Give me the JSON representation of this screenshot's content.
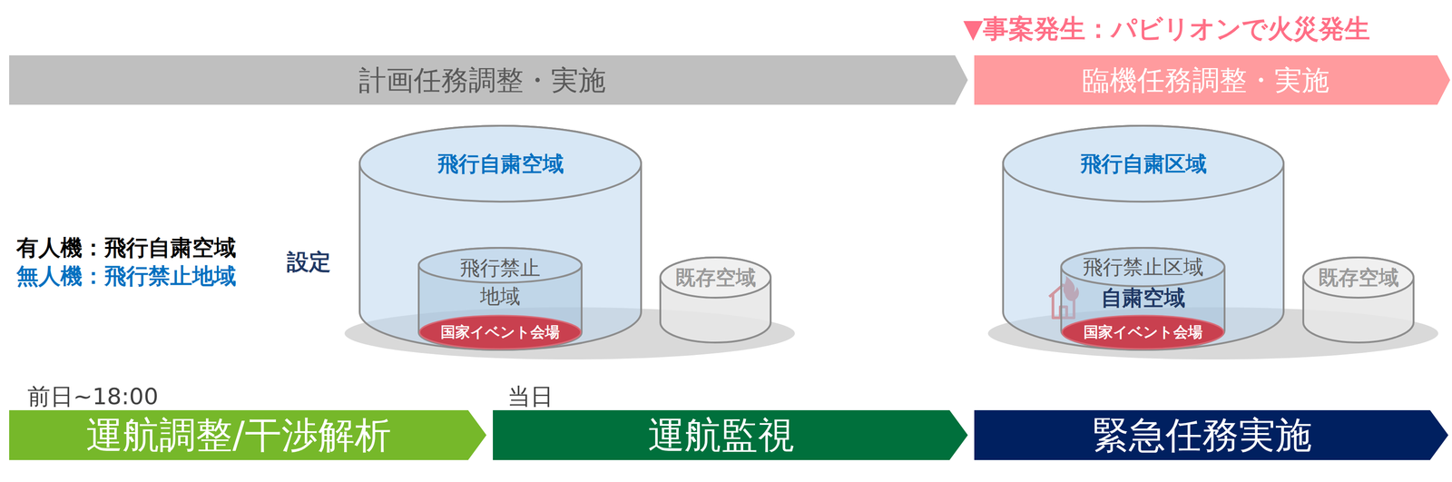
{
  "diagram": {
    "nodes": [
      {
        "text": [
          "計画任務調整・実施"
        ]
      },
      {
        "text": [
          "臨機任務調整・実施"
        ]
      },
      {
        "text": [
          "飛行自粛空域"
        ]
      },
      {
        "text": [
          "飛行禁止 地域"
        ],
        "in": 2
      },
      {
        "text": [
          "国家イベント会場"
        ],
        "in": 3
      },
      {
        "text": [
          "既存空域"
        ]
      },
      {
        "text": [
          "飛行自粛区域"
        ]
      },
      {
        "text": [
          "飛行禁止区域",
          "自粛空域"
        ],
        "in": 6
      },
      {
        "text": [
          "国家イベント会場"
        ],
        "in": 7
      },
      {
        "text": [
          "既存空域"
        ]
      },
      {
        "text": [
          "運航調整/干渉解析"
        ]
      },
      {
        "text": [
          "運航監視"
        ]
      },
      {
        "text": [
          "緊急任務実施"
        ]
      }
    ],
    "labels": [
      "▼事案発生：パビリオンで火災発生",
      "有人機：飛行自粛空域",
      "無人機：飛行禁止地域",
      "設定",
      "前日~18:00",
      "当日"
    ]
  }
}
